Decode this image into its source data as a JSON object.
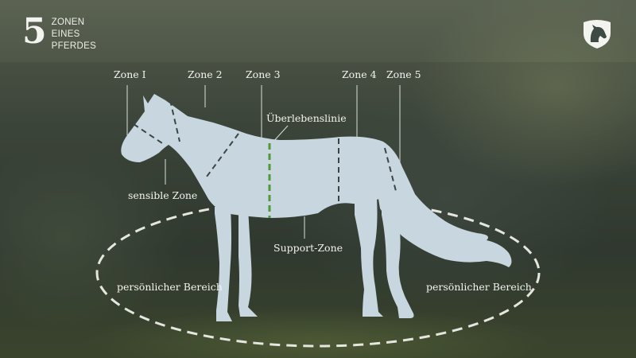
{
  "header": {
    "number": "5",
    "title_lines": [
      "ZONEN",
      "EINES",
      "PFERDES"
    ]
  },
  "logo": {
    "icon": "horse-head-shield-icon"
  },
  "diagram": {
    "zone_labels": [
      "Zone I",
      "Zone 2",
      "Zone 3",
      "Zone 4",
      "Zone 5"
    ],
    "survival_line_label": "Überlebenslinie",
    "sensitive_zone_label": "sensible Zone",
    "support_zone_label": "Support-Zone",
    "personal_area_left": "persönlicher Bereich",
    "personal_area_right": "persönlicher Bereich"
  },
  "colors": {
    "horse": "#c8d6df",
    "zone_divider": "#3b4542",
    "survival_line": "#4e9a3a",
    "text": "#f3f3ef",
    "ellipse": "#e6e6e0"
  }
}
